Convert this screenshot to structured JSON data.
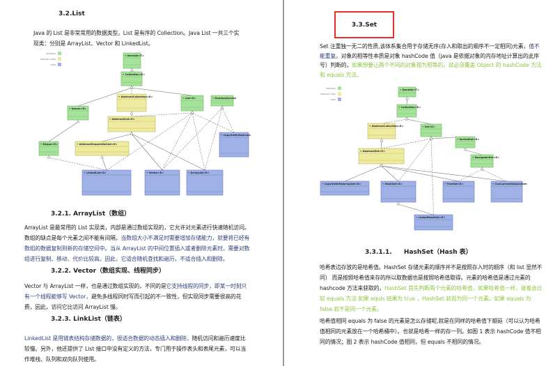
{
  "left_page": {
    "heading": "3.2.List",
    "intro": [
      {
        "text": "Java 的 List 是非常常用的数据类型。List 是有序的 Collection。Java List 一共三个实现类：分别是 ArrayList、Vector 和 LinkedList。"
      }
    ],
    "diagram": {
      "legend": [
        "interface",
        "abstract class",
        "class"
      ],
      "nodes": [
        "Iterable<T>",
        "Collection<E>",
        "AbstractCollection<E>",
        "List<E>",
        "RandomAccess",
        "Queue<E>",
        "AbstractList<E>",
        "Deque<E>",
        "AbstractSequentialList<E>",
        "CopyOnWriteArrayList",
        "LinkedList<E>",
        "Vector<E>",
        "ArrayList<E>"
      ]
    },
    "sections": [
      {
        "heading": "3.2.1. ArrayList（数组）",
        "segments": [
          {
            "text": "ArrayList 是最常用的 List 实现类，内部是通过数组实现的，它允许对元素进行快速随机访问。数组的缺点是每个元素之间不能有间隔，"
          },
          {
            "text": "当数组大小不满足时需要增加存储能力，就要将已经有数组的数据复制到新的存储空间中。当从 ArrayList 的中间位置插入或者删除元素时，需要对数组进行复制、移动、代价比较高。因此，它适合随机查找和遍历，不适合插入和删除。"
          }
        ]
      },
      {
        "heading": "3.2.2. Vector（数组实现、线程同步）",
        "segments": [
          {
            "text": "Vector 与 ArrayList 一样，也是通过数组实现的，不同的是"
          },
          {
            "text": "它支持线程的同步，即某一时刻只有一个线程能够写 Vector，"
          },
          {
            "text": "避免多线程同时写而引起的不一致性，但实现同步需要很高的花费，因此，访问它比访问 ArrayList 慢。"
          }
        ]
      },
      {
        "heading": "3.2.3. LinkList（链表）",
        "segments": [
          {
            "text": "LinkedList 是用链表结构存储数据的，很适合数据的动态插入和删除，"
          },
          {
            "text": "随机访问和遍历速度比较慢。另外，他还提供了 List 接口中没有定义的方法，专门用于操作表头和表尾元素，可以当作堆栈、队列和双向队列使用。"
          }
        ]
      }
    ]
  },
  "right_page": {
    "heading": "3.3.Set",
    "intro": [
      {
        "text": "Set 注重独一无二的性质,该体系集合用于存储无序(存入和取出的顺序不一定相同)元素，"
      },
      {
        "text": "值不能重复。"
      },
      {
        "text": "对象的相等性本质是对象 hashCode 值（java 是依据对象的内存地址计算出的此序号）判断的，"
      },
      {
        "text": "如果想要让两个不同的对象视为相等的，就必须覆盖 Object 的 hashCode 方法和 equals 方法。"
      }
    ],
    "diagram": {
      "legend": [
        "interface",
        "abstract class",
        "class"
      ],
      "nodes": [
        "Iterable<T>",
        "Collection<E>",
        "AbstractCollection<E>",
        "Set<E>",
        "SortedSet<E>",
        "AbstractSet<E>",
        "NavigableSet<E>",
        "CopyOnWriteArraySet<E>",
        "HashSet<E>",
        "TreeSet<E>",
        "ConcurrentSkipListSet<E>",
        "LinkedHashSet<E>"
      ]
    },
    "subsection": {
      "number": "3.3.1.1.",
      "title": "HashSet（Hash 表）",
      "p1": [
        {
          "text": "哈希表边存放的是哈希值。HashSet 存储元素的顺序并不是按照存入时的顺序（和 list 显然不同） 而是按照哈希值来存的所以取数据也是按照哈希值取得。元素的哈希值是通过元素的 hashcode 方法来获取的，"
        },
        {
          "text": "HashSet 首先判断两个元素的哈希值，如果哈希值一样，接着会比较 equals 方法 如果 equls 结果为 true ，HashSet 就视为同一个元素。如果 equals 为 false 就不是同一个元素。"
        }
      ],
      "p2": [
        {
          "text": "哈希值相同 equals 为 false 的元素是怎么存储呢,就是在同样的哈希值下顺延（可以认为哈希值相同的元素放在一个哈希桶中）。也就是哈希一样的存一列。如图 1 表示 hashCode 值不相同的情况；图 2 表示 hashCode 值相同，但 equals 不相同的情况。"
        }
      ]
    }
  },
  "colors": {
    "interface": "#a6e39a",
    "abstract_class": "#eeeaa0",
    "class": "#9fb1e6",
    "highlight_box": "#ee2b2b",
    "emphasis_blue": "#2e3f7a",
    "emphasis_green": "#8cc63f"
  }
}
